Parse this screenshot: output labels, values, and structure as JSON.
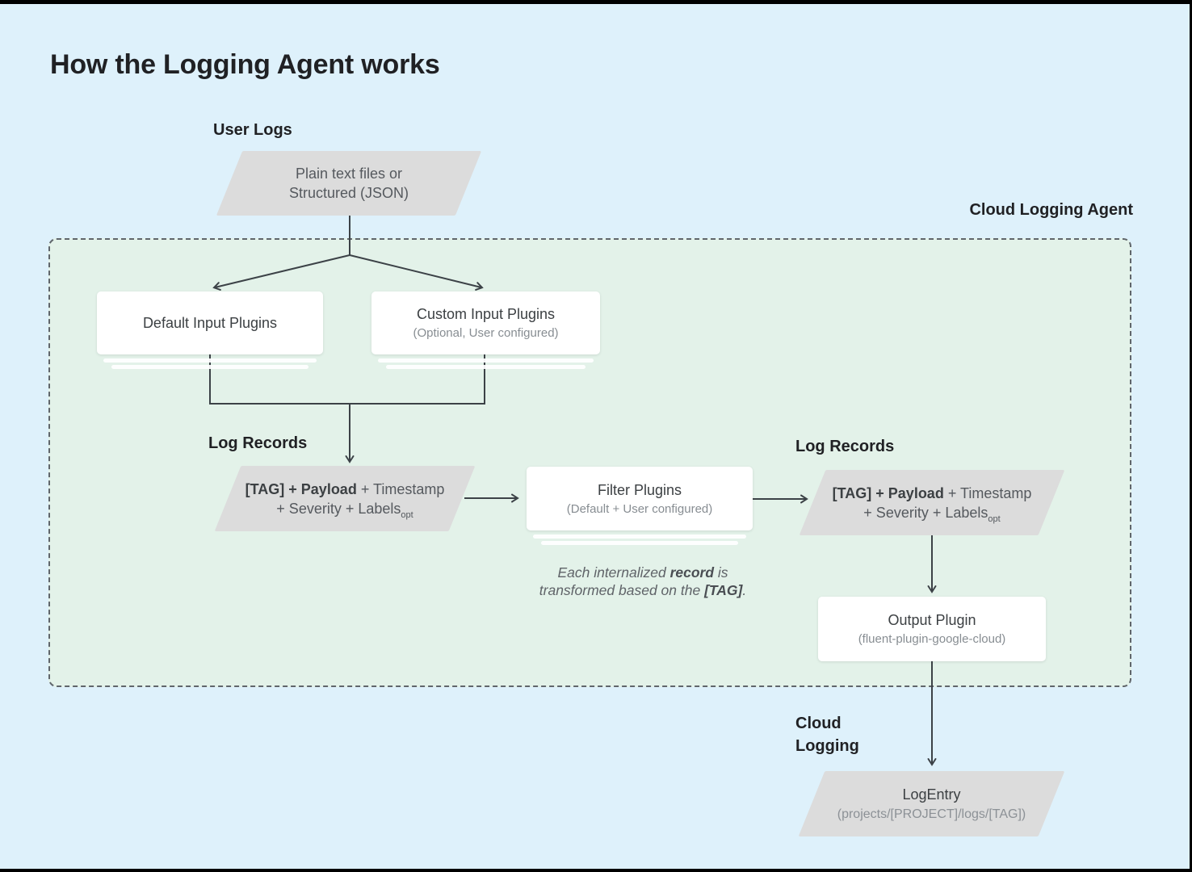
{
  "title": "How the Logging Agent works",
  "labels": {
    "user_logs": "User Logs",
    "cloud_logging_agent": "Cloud Logging Agent",
    "log_records_left": "Log Records",
    "log_records_right": "Log Records",
    "cloud_logging": "Cloud Logging"
  },
  "nodes": {
    "input_source": {
      "line1": "Plain text files or",
      "line2": "Structured (JSON)"
    },
    "default_input": {
      "title": "Default Input Plugins"
    },
    "custom_input": {
      "title": "Custom Input Plugins",
      "subtitle": "(Optional, User configured)"
    },
    "record_left": {
      "bold": "[TAG] + Payload",
      "rest": " + Timestamp",
      "line2": "+ Severity + Labels",
      "sub": "opt"
    },
    "filter": {
      "title": "Filter Plugins",
      "subtitle": "(Default + User configured)"
    },
    "record_right": {
      "bold": "[TAG] + Payload",
      "rest": " + Timestamp",
      "line2": "+ Severity + Labels",
      "sub": "opt"
    },
    "note": {
      "l1a": "Each internalized ",
      "l1b": "record",
      "l1c": " is",
      "l2a": "transformed based on the ",
      "l2b": "[TAG]",
      "l2c": "."
    },
    "output": {
      "title": "Output Plugin",
      "subtitle": "(fluent-plugin-google-cloud)"
    },
    "log_entry": {
      "title": "LogEntry",
      "subtitle": "(projects/[PROJECT]/logs/[TAG])"
    }
  },
  "colors": {
    "background": "#def1fb",
    "agent_region": "#e3f2e9",
    "shape_gray": "#dcdcdc",
    "connector": "#3c4247",
    "text_dark": "#202124",
    "text_medium": "#3c4043",
    "text_light": "#878d92"
  }
}
